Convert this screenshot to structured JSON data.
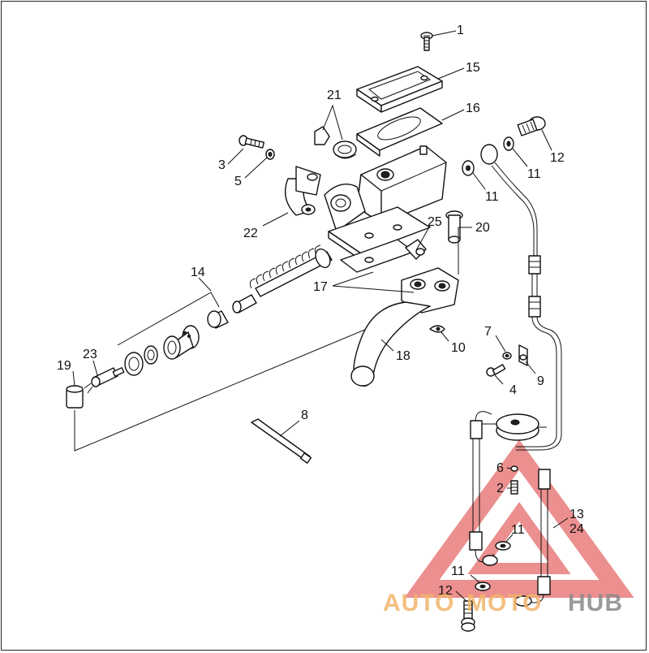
{
  "diagram": {
    "callouts": [
      {
        "id": "c1",
        "text": "1"
      },
      {
        "id": "c15",
        "text": "15"
      },
      {
        "id": "c21",
        "text": "21"
      },
      {
        "id": "c16",
        "text": "16"
      },
      {
        "id": "c3",
        "text": "3"
      },
      {
        "id": "c5",
        "text": "5"
      },
      {
        "id": "c12a",
        "text": "12"
      },
      {
        "id": "c11a",
        "text": "11"
      },
      {
        "id": "c11b",
        "text": "11"
      },
      {
        "id": "c22",
        "text": "22"
      },
      {
        "id": "c25",
        "text": "25"
      },
      {
        "id": "c20",
        "text": "20"
      },
      {
        "id": "c14",
        "text": "14"
      },
      {
        "id": "c17",
        "text": "17"
      },
      {
        "id": "c7",
        "text": "7"
      },
      {
        "id": "c10",
        "text": "10"
      },
      {
        "id": "c23",
        "text": "23"
      },
      {
        "id": "c19",
        "text": "19"
      },
      {
        "id": "c18",
        "text": "18"
      },
      {
        "id": "c9",
        "text": "9"
      },
      {
        "id": "c4",
        "text": "4"
      },
      {
        "id": "c8",
        "text": "8"
      },
      {
        "id": "c6",
        "text": "6"
      },
      {
        "id": "c2",
        "text": "2"
      },
      {
        "id": "c13",
        "text": "13"
      },
      {
        "id": "c24",
        "text": "24"
      },
      {
        "id": "c11c",
        "text": "11"
      },
      {
        "id": "c11d",
        "text": "11"
      },
      {
        "id": "c12b",
        "text": "12"
      }
    ]
  },
  "watermark": {
    "part1": "AUTO",
    "part2": "MOTO",
    "part3": "HUB",
    "color_red": "#e66a6a",
    "color_orange": "#f2b46a",
    "color_gray": "#8a8a8a"
  }
}
